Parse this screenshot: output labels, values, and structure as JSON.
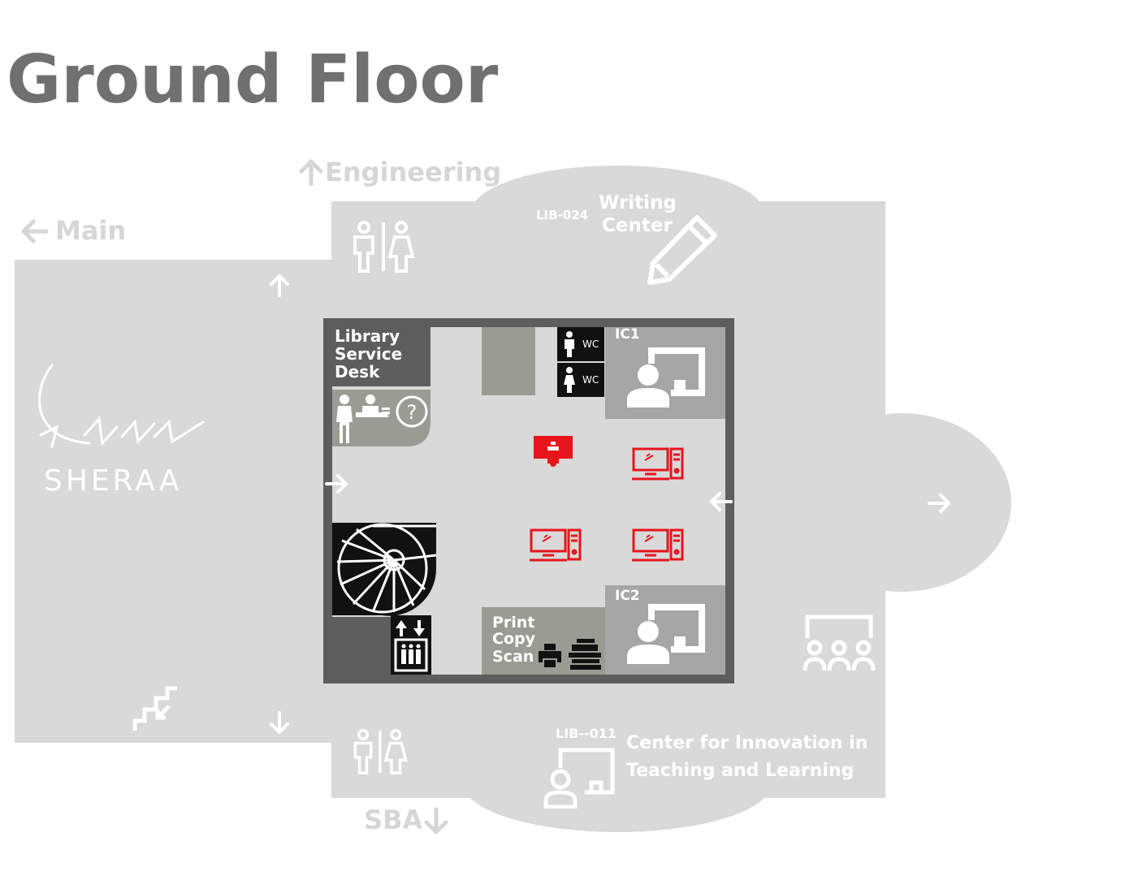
{
  "page": {
    "title": "Ground Floor"
  },
  "directions": {
    "engineering": "Engineering",
    "main": "Main",
    "sba": "SBA"
  },
  "rooms": {
    "writing_center": {
      "code": "LIB-024",
      "line1": "Writing",
      "line2": "Center"
    },
    "citl": {
      "code": "LIB--011",
      "line1": "Center for Innovation in",
      "line2": "Teaching and Learning"
    },
    "service_desk": {
      "line1": "Library",
      "line2": "Service",
      "line3": "Desk"
    },
    "ic1": {
      "label": "IC1"
    },
    "ic2": {
      "label": "IC2"
    },
    "print": {
      "line1": "Print",
      "line2": "Copy",
      "line3": "Scan"
    },
    "wc_male": {
      "label": "WC"
    },
    "wc_female": {
      "label": "WC"
    }
  },
  "logo": {
    "text": "SHERAA"
  },
  "colors": {
    "floor": "#d9d9d9",
    "building_dark": "#5d5d5d",
    "inner_floor": "#d9d9d9",
    "room_gray": "#9a9c94",
    "ic_gray": "#a6a6a6",
    "accent_red": "#e8141c",
    "title": "#707070",
    "direction_text": "#d6d6d6"
  },
  "icons": [
    "restroom-icon",
    "pencil-icon",
    "desk-staff-icon",
    "help-icon",
    "presentation-icon",
    "computer-icon",
    "kiosk-icon",
    "spiral-stair-icon",
    "elevator-icon",
    "printer-icon",
    "copier-icon",
    "stairs-down-icon",
    "audience-icon",
    "arrow-icon"
  ]
}
